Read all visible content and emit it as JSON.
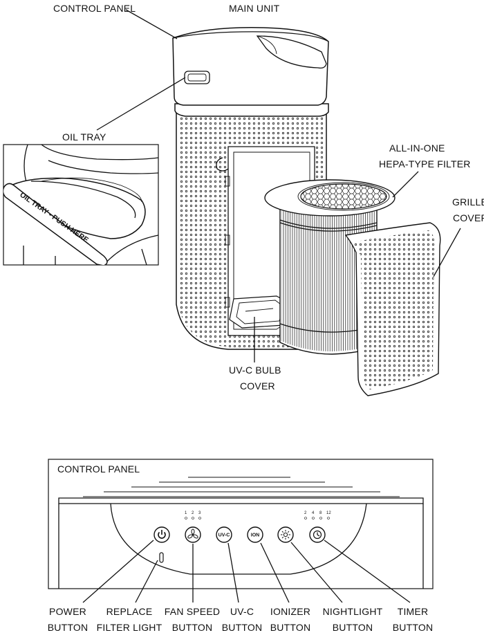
{
  "labels": {
    "control_panel": "CONTROL PANEL",
    "main_unit": "MAIN UNIT",
    "oil_tray": "OIL TRAY",
    "filter_line1": "ALL-IN-ONE",
    "filter_line2": "HEPA-TYPE FILTER",
    "grille_line1": "GRILLE",
    "grille_line2": "COVER",
    "uvc_cover_line1": "UV-C BULB",
    "uvc_cover_line2": "COVER",
    "tray_stamp": "OIL TRAY - PUSH HERE"
  },
  "panel": {
    "title": "CONTROL PANEL",
    "fan_speed_marks": [
      "1",
      "2",
      "3"
    ],
    "timer_marks": [
      "2",
      "4",
      "8",
      "12"
    ],
    "uvc_button_text": "UV-C",
    "ion_button_text": "ION"
  },
  "buttons": [
    {
      "line1": "POWER",
      "line2": "BUTTON",
      "icon": "power-icon"
    },
    {
      "line1": "REPLACE",
      "line2": "FILTER LIGHT",
      "icon": "indicator-light"
    },
    {
      "line1": "FAN SPEED",
      "line2": "BUTTON",
      "icon": "fan-icon"
    },
    {
      "line1": "UV-C",
      "line2": "BUTTON",
      "icon": "uvc-icon"
    },
    {
      "line1": "IONIZER",
      "line2": "BUTTON",
      "icon": "ion-icon"
    },
    {
      "line1": "NIGHTLIGHT",
      "line2": "BUTTON",
      "icon": "sun-icon"
    },
    {
      "line1": "TIMER",
      "line2": "BUTTON",
      "icon": "clock-icon"
    }
  ]
}
